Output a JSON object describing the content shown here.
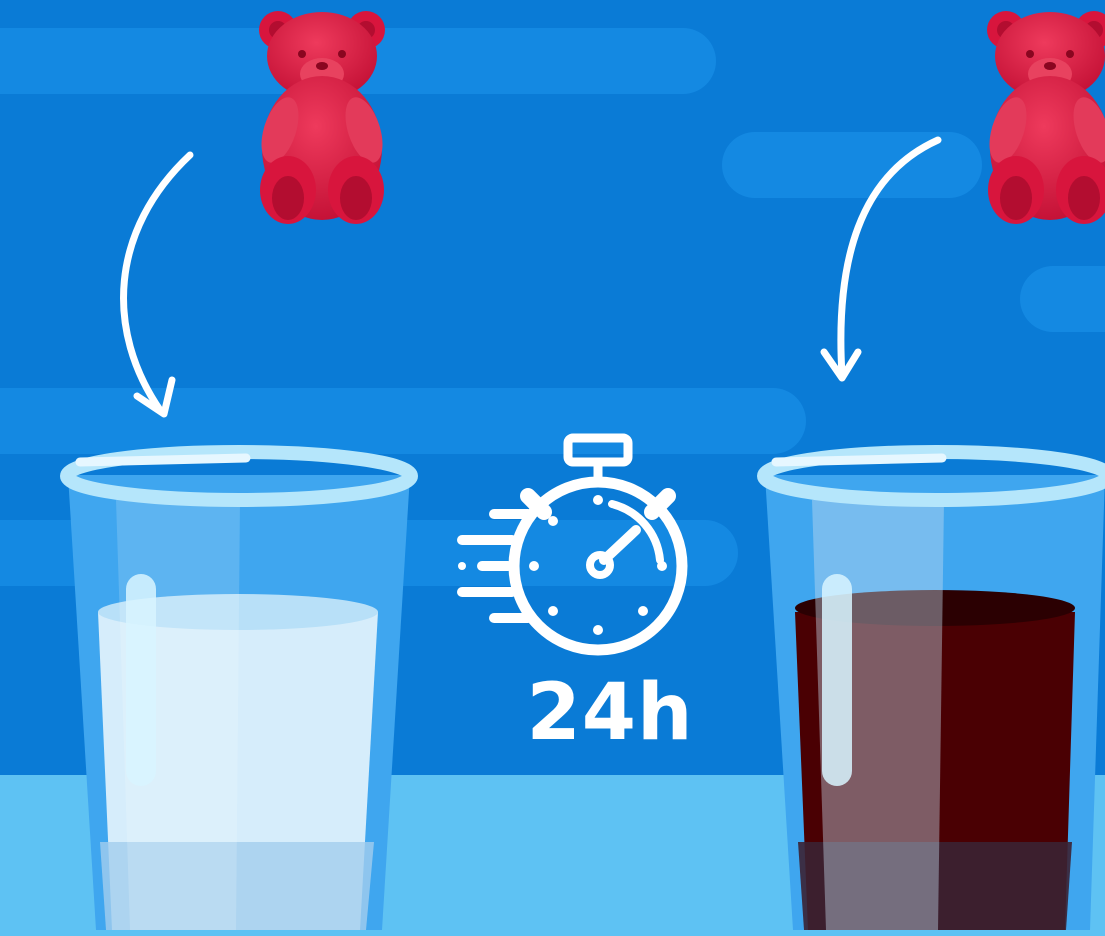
{
  "timer": {
    "label": "24h",
    "icon": "stopwatch-icon"
  },
  "colors": {
    "background": "#0a7bd6",
    "stripe": "#1489e2",
    "table": "#5ec2f3",
    "bear": "#d8153d",
    "water": "#d6edfb",
    "cola": "#4a0003"
  },
  "scene": {
    "left": {
      "object": "gummy-bear",
      "liquid": "water"
    },
    "right": {
      "object": "gummy-bear",
      "liquid": "cola"
    }
  }
}
